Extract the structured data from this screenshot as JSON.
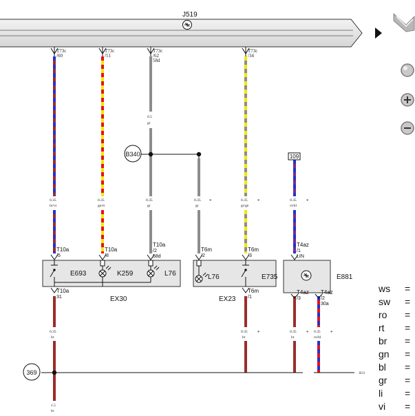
{
  "bus": {
    "id": "J519",
    "arrow_icon": "play-arrow-icon"
  },
  "pins_top": [
    {
      "connector": "T73c",
      "pin": "/60"
    },
    {
      "connector": "T73c",
      "pin": "/51"
    },
    {
      "connector": "T73c",
      "pin": "/62",
      "pin2": "58d"
    },
    {
      "connector": "T73c",
      "pin": "/34"
    }
  ],
  "wire_labels": [
    {
      "size": "0.35",
      "color": "br/vi"
    },
    {
      "size": "0.35",
      "color": "ge/rt"
    },
    {
      "size": "0.5",
      "color": "gr"
    },
    {
      "size": "0.35",
      "color": "gr"
    },
    {
      "size": "0.35",
      "color": "gr"
    },
    {
      "size": "0.35",
      "color": "gr/ge"
    },
    {
      "size": "0.35",
      "color": "vi/bl"
    },
    {
      "size": "0.35",
      "color": "br"
    },
    {
      "size": "0.35",
      "color": "br"
    },
    {
      "size": "0.35",
      "color": "br"
    },
    {
      "size": "0.35",
      "color": "ro/bl"
    },
    {
      "size": "1.5",
      "color": "br"
    }
  ],
  "marks": {
    "asterisk": "*"
  },
  "junctions": {
    "b340": "B340",
    "p109": "109",
    "g369": "369",
    "b3x": "B31"
  },
  "pins_mid": [
    {
      "connector": "T10a",
      "pin": "/5"
    },
    {
      "connector": "T10a",
      "pin": "/8"
    },
    {
      "connector": "T10a",
      "pin": "/2",
      "pin2": "58d"
    },
    {
      "connector": "T6m",
      "pin": "/2"
    },
    {
      "connector": "T6m",
      "pin": "/3"
    },
    {
      "connector": "T4az",
      "pin": "/1",
      "pin2": "LIN"
    }
  ],
  "pins_bottom": [
    {
      "connector": "T10a",
      "pin": "31"
    },
    {
      "connector": "T6m",
      "pin": "/1"
    },
    {
      "connector": "T4az",
      "pin": "/3"
    },
    {
      "connector": "T4az",
      "pin": "/2",
      "pin2": "30a"
    }
  ],
  "components": {
    "e693": "E693",
    "k259": "K259",
    "l76a": "L76",
    "l76b": "L76",
    "e735": "E735",
    "e881": "E881",
    "ex30": "EX30",
    "ex23": "EX23"
  },
  "legend": [
    {
      "code": "ws",
      "eq": "="
    },
    {
      "code": "sw",
      "eq": "="
    },
    {
      "code": "ro",
      "eq": "="
    },
    {
      "code": "rt",
      "eq": "="
    },
    {
      "code": "br",
      "eq": "="
    },
    {
      "code": "gn",
      "eq": "="
    },
    {
      "code": "bl",
      "eq": "="
    },
    {
      "code": "gr",
      "eq": "="
    },
    {
      "code": "li",
      "eq": "="
    },
    {
      "code": "vi",
      "eq": "="
    }
  ],
  "toolbar": {
    "pan": "hand-pan-icon",
    "search": "magnifier-icon",
    "zoom_in": "zoom-in-icon",
    "zoom_out": "zoom-out-icon"
  },
  "colors": {
    "brown": "#9b2d2b",
    "red": "#e8101a",
    "yellow": "#f2e800",
    "grey": "#8c8c8c",
    "blue": "#2233cc",
    "violet": "#7a2b8c",
    "bus_fill": "#e4e4e4",
    "box_fill": "#e6e6e6"
  }
}
